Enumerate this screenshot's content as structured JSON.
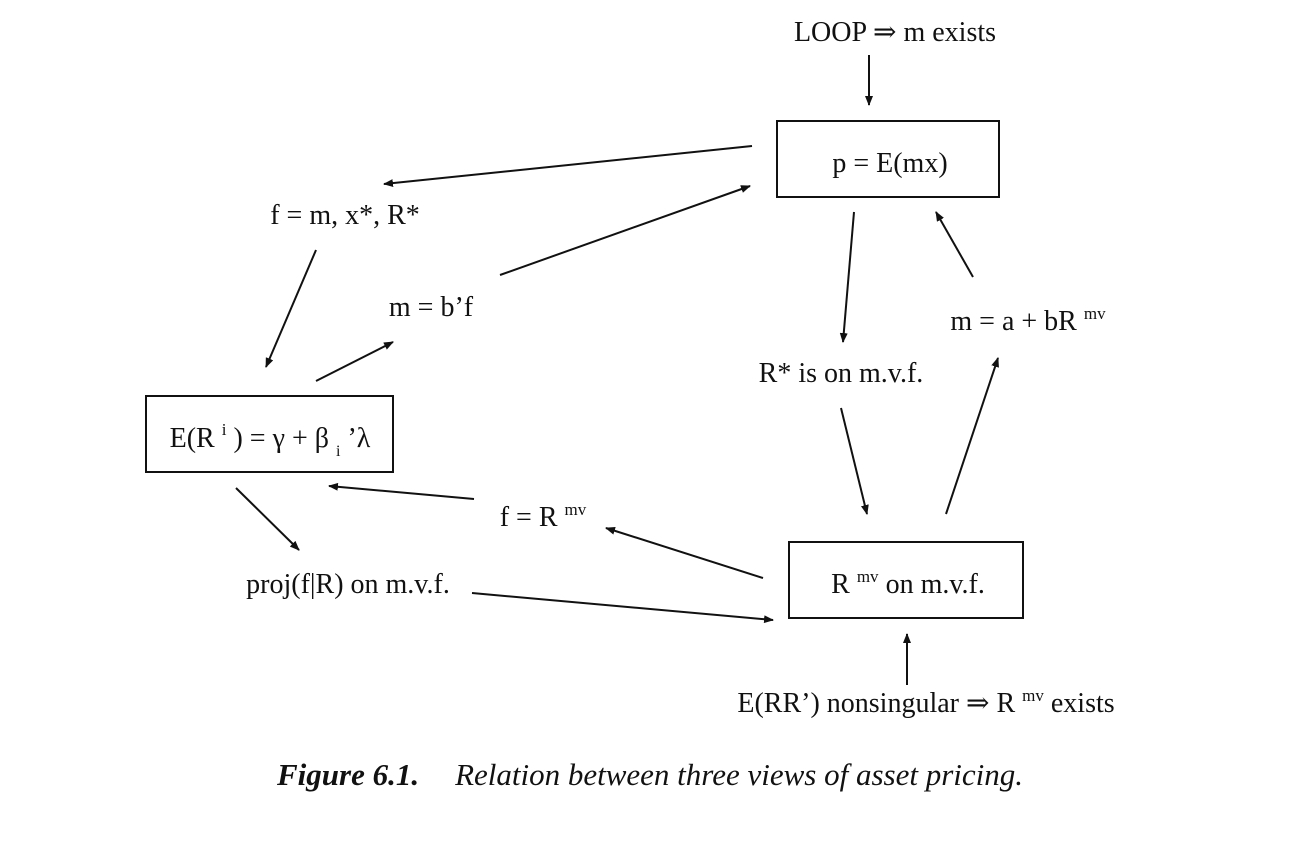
{
  "nodes": {
    "loop_exists": "LOOP ⇒ m exists",
    "pricing_eq": "p = E(mx)",
    "factor_list": "f = m, x*, R*",
    "m_linear": "m = b’f",
    "beta_base": "E(R",
    "beta_sup": "i",
    "beta_mid": ") = γ + β",
    "beta_sub": "i",
    "beta_end": "’λ",
    "rstar_mvf": "R* is on m.v.f.",
    "m_affine_base": "m = a + bR",
    "m_affine_sup": "mv",
    "f_rmv_base": "f = R",
    "f_rmv_sup": "mv",
    "rmv_base": "R",
    "rmv_sup": "mv",
    "rmv_rest": " on m.v.f.",
    "proj": "proj(f|R) on m.v.f.",
    "ERR_pre": "E(RR’) nonsingular ⇒ R",
    "ERR_sup": "mv",
    "ERR_post": " exists"
  },
  "caption": {
    "figure_number": "Figure 6.1.",
    "text": "Relation between three views of asset pricing."
  },
  "colors": {
    "ink": "#111111",
    "background": "#ffffff"
  }
}
